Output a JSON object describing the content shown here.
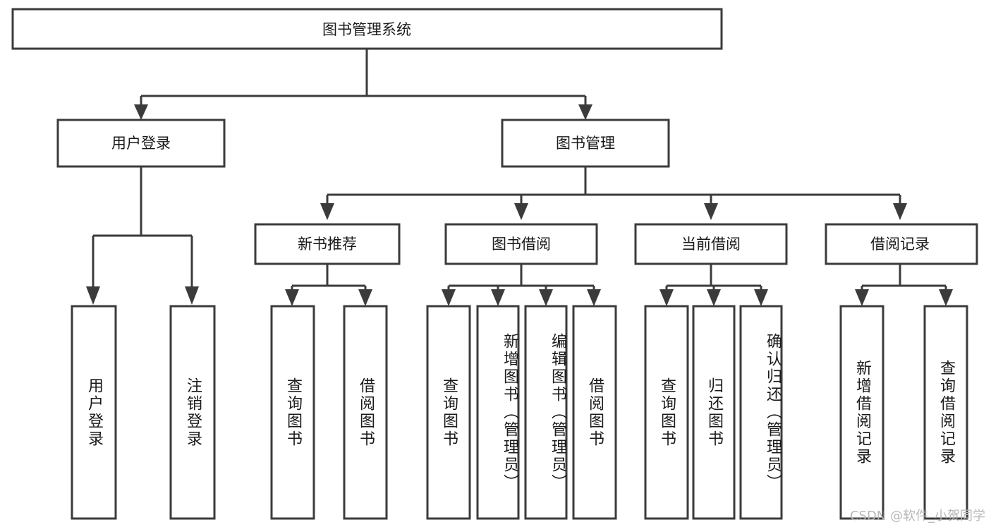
{
  "diagram": {
    "title": "图书管理系统",
    "type": "tree-hierarchy",
    "root": {
      "id": "root",
      "label": "图书管理系统",
      "orientation": "horizontal"
    },
    "level2": [
      {
        "id": "user-login",
        "label": "用户登录",
        "orientation": "horizontal"
      },
      {
        "id": "book-manage",
        "label": "图书管理",
        "orientation": "horizontal"
      }
    ],
    "level3": [
      {
        "id": "new-book-recommend",
        "label": "新书推荐",
        "orientation": "horizontal"
      },
      {
        "id": "book-borrow",
        "label": "图书借阅",
        "orientation": "horizontal"
      },
      {
        "id": "current-borrow",
        "label": "当前借阅",
        "orientation": "horizontal"
      },
      {
        "id": "borrow-record",
        "label": "借阅记录",
        "orientation": "horizontal"
      }
    ],
    "leaves": {
      "user_login": [
        {
          "id": "leaf-user-login",
          "label": "用户登录",
          "orientation": "vertical"
        },
        {
          "id": "leaf-logout",
          "label": "注销登录",
          "orientation": "vertical"
        }
      ],
      "new_book_recommend": [
        {
          "id": "leaf-query-book-1",
          "label": "查询图书",
          "orientation": "vertical"
        },
        {
          "id": "leaf-borrow-book-1",
          "label": "借阅图书",
          "orientation": "vertical"
        }
      ],
      "book_borrow": [
        {
          "id": "leaf-query-book-2",
          "label": "查询图书",
          "orientation": "vertical"
        },
        {
          "id": "leaf-add-book",
          "label": "新增图书（管理员）",
          "orientation": "vertical"
        },
        {
          "id": "leaf-edit-book",
          "label": "编辑图书（管理员）",
          "orientation": "vertical"
        },
        {
          "id": "leaf-borrow-book-2",
          "label": "借阅图书",
          "orientation": "vertical"
        }
      ],
      "current_borrow": [
        {
          "id": "leaf-query-book-3",
          "label": "查询图书",
          "orientation": "vertical"
        },
        {
          "id": "leaf-return-book",
          "label": "归还图书",
          "orientation": "vertical"
        },
        {
          "id": "leaf-confirm-return",
          "label": "确认归还（管理员）",
          "orientation": "vertical"
        }
      ],
      "borrow_record": [
        {
          "id": "leaf-add-record",
          "label": "新增借阅记录",
          "orientation": "vertical"
        },
        {
          "id": "leaf-query-record",
          "label": "查询借阅记录",
          "orientation": "vertical"
        }
      ]
    },
    "colors": {
      "stroke": "#3b3b3b",
      "fill": "#ffffff",
      "text": "#1a1a1a",
      "watermark": "#b8b8b8",
      "background": "#ffffff"
    }
  },
  "watermark": {
    "text": "CSDN @软件_小贺同学"
  }
}
